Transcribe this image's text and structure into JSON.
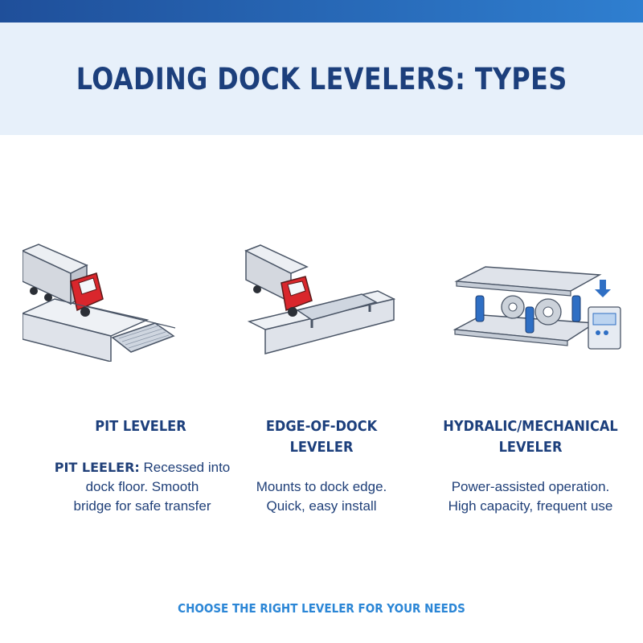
{
  "header": {
    "title": "LOADING DOCK LEVELERS: TYPES"
  },
  "cards": [
    {
      "title": "PIT LEVELER",
      "desc_bold": "PIT LEELER:",
      "desc_lines": [
        "Recessed into",
        "dock floor. Smooth",
        "bridge for safe transfer"
      ],
      "icon": "pit-leveler-truck-icon"
    },
    {
      "title_lines": [
        "EDGE-OF-DOCK",
        "LEVELER"
      ],
      "desc_lines": [
        "Mounts to dock edge.",
        "Quick, easy install"
      ],
      "icon": "edge-of-dock-leveler-truck-icon"
    },
    {
      "title_lines": [
        "HYDRALIC/MECHANICAL",
        "LEVELER"
      ],
      "desc_lines": [
        "Power-assisted operation.",
        "High capacity, frequent use"
      ],
      "icon": "hydraulic-mechanical-leveler-icon"
    }
  ],
  "footer": {
    "text": "CHOOSE THE RIGHT LEVELER FOR YOUR NEEDS"
  },
  "colors": {
    "top_bar": "#2f7fd0",
    "header_bg": "#e7f0fa",
    "title": "#1c3f7c",
    "footer": "#2b86d6",
    "truck_cab": "#d9262c",
    "cylinder": "#2f6fc4"
  }
}
